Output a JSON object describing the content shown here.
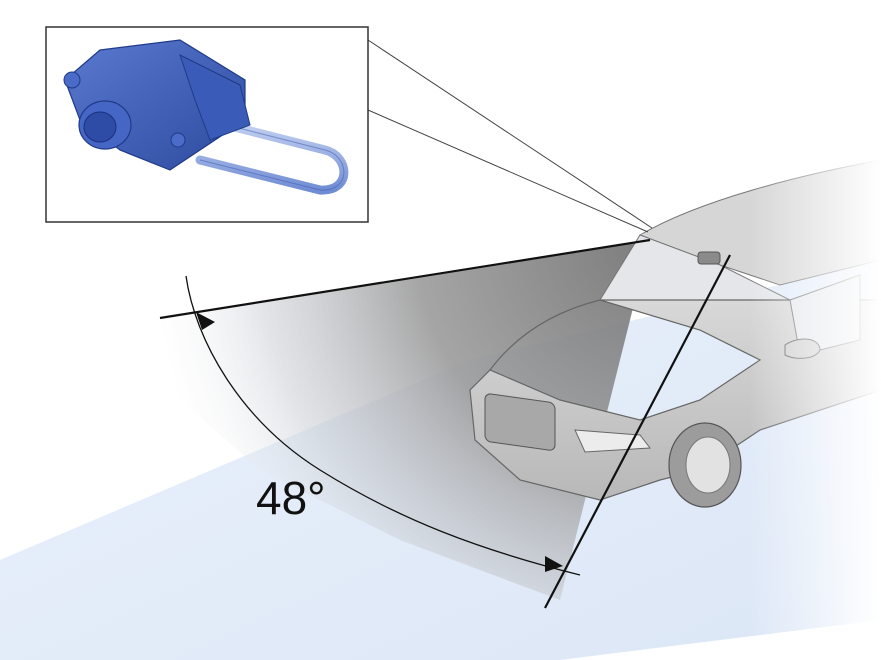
{
  "figure": {
    "subject": "Windshield-mounted camera field of view",
    "angle_label": "48°",
    "colors": {
      "camera_blue": "#3d5fb8",
      "camera_blue_dark": "#22388a",
      "camera_blue_light": "#7d9be0",
      "road_tint": "#e8f0fb",
      "fov_shadow": "#8a8a8a",
      "car_body": "#c9c9c9",
      "outline": "#111111"
    }
  },
  "inset": {
    "description": "Camera module detail callout"
  }
}
